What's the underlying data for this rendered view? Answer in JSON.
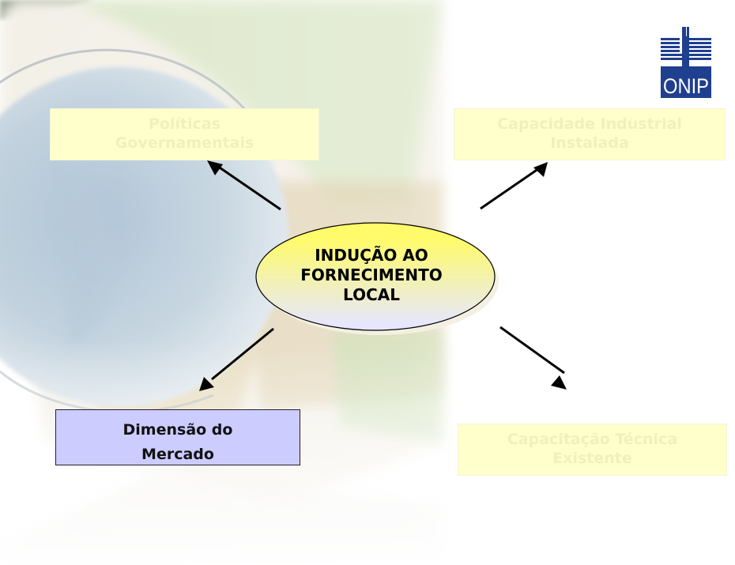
{
  "logo": {
    "text": "ONIP",
    "color": "#1f3f8f"
  },
  "center": {
    "lines": [
      "INDUÇÃO AO",
      "FORNECIMENTO",
      "LOCAL"
    ],
    "fill_top": "#fffb6a",
    "fill_bottom": "#e6e6ff"
  },
  "nodes": {
    "politicas": {
      "lines": [
        "Políticas",
        "Governamentais"
      ]
    },
    "capacidade": {
      "lines": [
        "Capacidade Industrial",
        "Instalada"
      ]
    },
    "capacitacao": {
      "lines": [
        "Capacitação Técnica",
        "Existente"
      ]
    },
    "dimensao": {
      "lines": [
        "Dimensão do",
        "Mercado"
      ]
    }
  },
  "colors": {
    "pale_box_bg": "#ffffcc",
    "pale_text": "#f0f0bb",
    "highlight_box_bg": "#ccccff",
    "arrow": "#000000"
  }
}
